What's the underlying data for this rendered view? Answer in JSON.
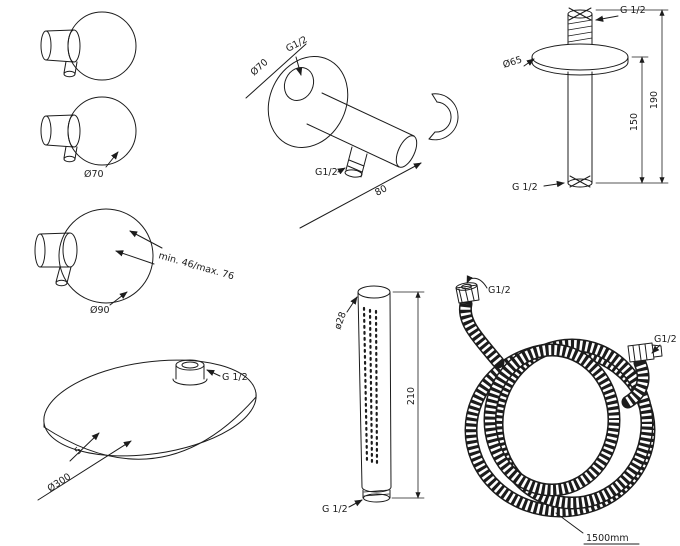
{
  "style": {
    "background": "#ffffff",
    "line_color": "#1c1c1c"
  },
  "labels": {
    "valve_mid": {
      "diameter": "Ø70"
    },
    "valve_large": {
      "depth_range": "min. 46/max. 76",
      "diameter": "Ø90"
    },
    "wall_outlet": {
      "thread_top": "G1/2",
      "diameter": "Ø70",
      "thread_bottom": "G1/2",
      "length": "80"
    },
    "ceiling_arm": {
      "thread_top": "G 1/2",
      "diameter": "Ø65",
      "length_inner": "150",
      "length_outer": "190",
      "thread_bottom": "G 1/2"
    },
    "shower_head": {
      "thread": "G 1/2",
      "thickness": "5",
      "diameter": "Ø300"
    },
    "hand_shower": {
      "diameter": "ø28",
      "length": "210",
      "thread": "G 1/2"
    },
    "hose": {
      "thread_top": "G1/2",
      "thread_right": "G1/2",
      "length": "1500mm"
    }
  }
}
